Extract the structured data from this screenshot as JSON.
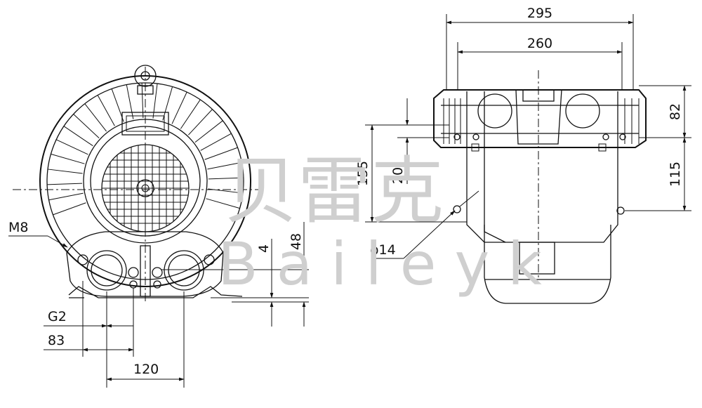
{
  "watermark": {
    "chinese": "贝雷克",
    "latin": "Baileyk"
  },
  "dimensions": {
    "d295": "295",
    "d260": "260",
    "d82": "82",
    "d115": "115",
    "d155": "155",
    "d20": "20",
    "d14": "ϕ14",
    "d48": "48",
    "d4": "4",
    "m8": "M8",
    "g2": "G2",
    "d83": "83",
    "d120": "120"
  },
  "colors": {
    "line": "#111111",
    "watermark": "#cfcfcf",
    "background": "#ffffff"
  }
}
